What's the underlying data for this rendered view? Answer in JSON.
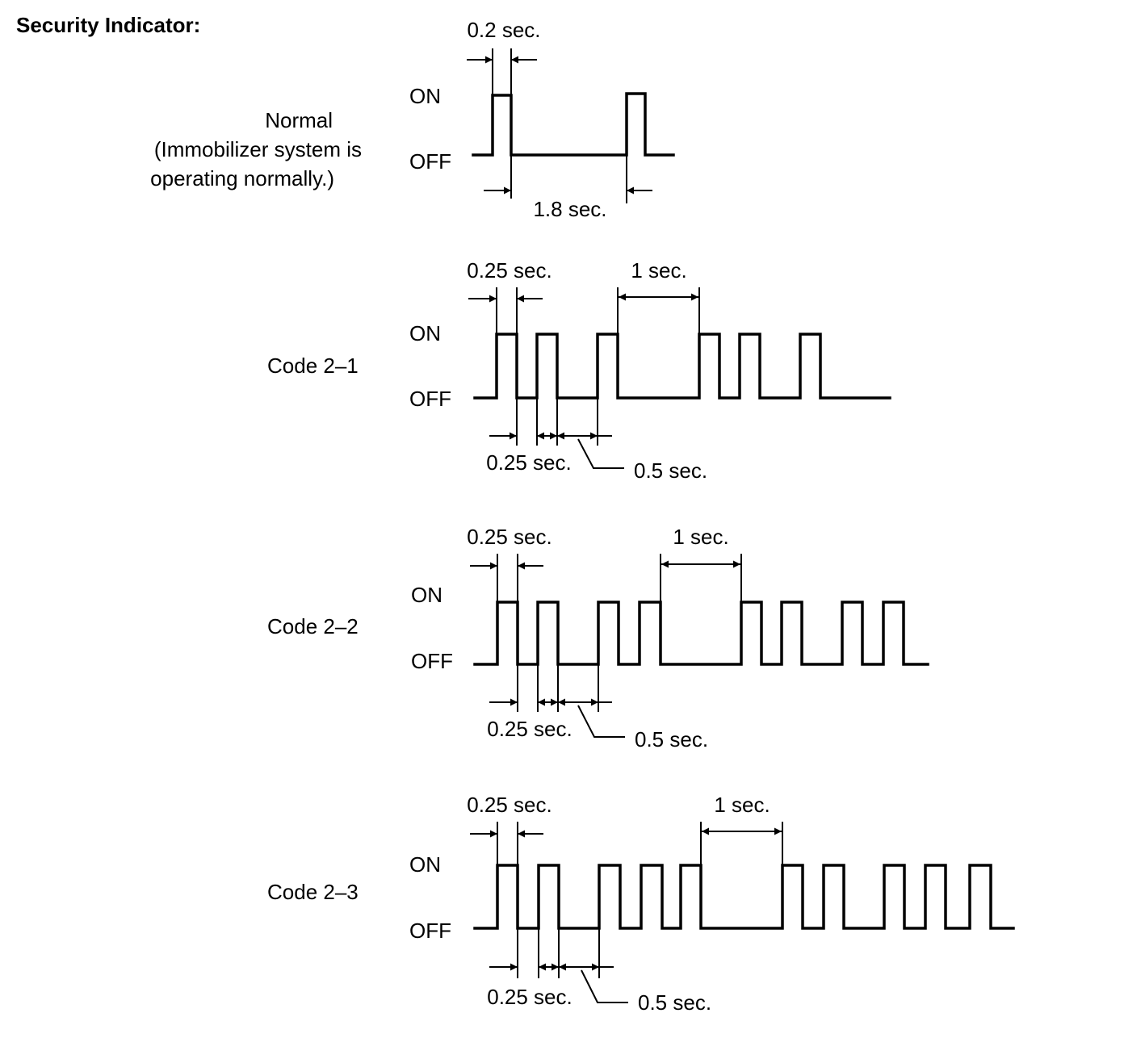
{
  "heading": "Security Indicator:",
  "level_labels": {
    "on": "ON",
    "off": "OFF"
  },
  "sections": [
    {
      "id": "normal",
      "label_lines": [
        "Normal",
        "(Immobilizer system is",
        "operating normally.)"
      ],
      "pulse_width_label": "0.2 sec.",
      "period_label": "1.8 sec."
    },
    {
      "id": "code-2-1",
      "label_lines": [
        "Code 2–1"
      ],
      "pulse_width_label": "0.25 sec.",
      "gap_label": "1 sec.",
      "short_interval_label": "0.25 sec.",
      "long_interval_label": "0.5 sec."
    },
    {
      "id": "code-2-2",
      "label_lines": [
        "Code 2–2"
      ],
      "pulse_width_label": "0.25 sec.",
      "gap_label": "1 sec.",
      "short_interval_label": "0.25 sec.",
      "long_interval_label": "0.5 sec."
    },
    {
      "id": "code-2-3",
      "label_lines": [
        "Code 2–3"
      ],
      "pulse_width_label": "0.25 sec.",
      "gap_label": "1 sec.",
      "short_interval_label": "0.25 sec.",
      "long_interval_label": "0.5 sec."
    }
  ]
}
